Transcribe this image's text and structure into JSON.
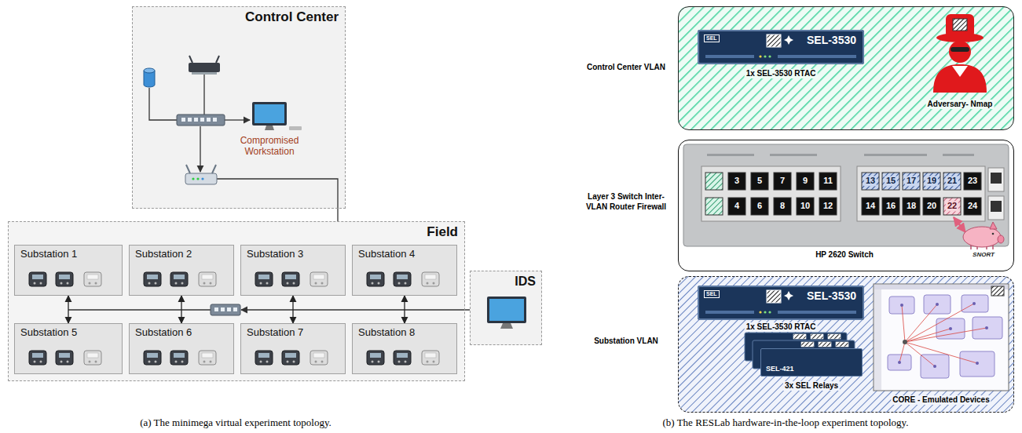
{
  "diagram": {
    "nodes": [
      {
        "text": [
          "Control Center"
        ]
      },
      {
        "text": [
          "Field"
        ]
      },
      {
        "text": [
          "Substation 1"
        ],
        "in": 1
      },
      {
        "text": [
          "Substation 2"
        ],
        "in": 1
      },
      {
        "text": [
          "Substation 3"
        ],
        "in": 1
      },
      {
        "text": [
          "Substation 4"
        ],
        "in": 1
      },
      {
        "text": [
          "Substation 5"
        ],
        "in": 1
      },
      {
        "text": [
          "Substation 6"
        ],
        "in": 1
      },
      {
        "text": [
          "Substation 7"
        ],
        "in": 1
      },
      {
        "text": [
          "Substation 8"
        ],
        "in": 1
      },
      {
        "text": [
          "IDS"
        ]
      },
      {
        "text": [
          "Control Center VLAN"
        ]
      },
      {
        "text": [
          "SEL",
          "SEL-3530"
        ],
        "in": 11
      },
      {
        "text": [
          "Layer 3 Switch Inter-VLAN Router Firewall"
        ]
      },
      {
        "text": [
          "Substation VLAN"
        ]
      },
      {
        "text": [
          "SEL",
          "SEL-3530"
        ],
        "in": 14
      },
      {
        "text": [
          "SEL-421"
        ],
        "in": 14
      }
    ],
    "edges": [
      {
        "from": 2,
        "to": 6,
        "arrow": "both"
      },
      {
        "from": 3,
        "to": 7,
        "arrow": "both"
      },
      {
        "from": 4,
        "to": 8,
        "arrow": "both"
      },
      {
        "from": 5,
        "to": 9,
        "arrow": "both"
      }
    ],
    "labels": [
      "Compromised Workstation",
      "1x SEL-3530 RTAC",
      "Adversary- Nmap",
      "3",
      "5",
      "7",
      "9",
      "11",
      "13",
      "15",
      "17",
      "19",
      "21",
      "23",
      "4",
      "6",
      "8",
      "10",
      "12",
      "14",
      "16",
      "18",
      "20",
      "22",
      "24",
      "HP 2620 Switch",
      "SNORT",
      "1x SEL-3530 RTAC",
      "3x SEL Relays",
      "CORE - Emulated Devices",
      "(a) The minimega virtual experiment topology.",
      "(b) The RESLab hardware-in-the-loop experiment topology."
    ]
  }
}
